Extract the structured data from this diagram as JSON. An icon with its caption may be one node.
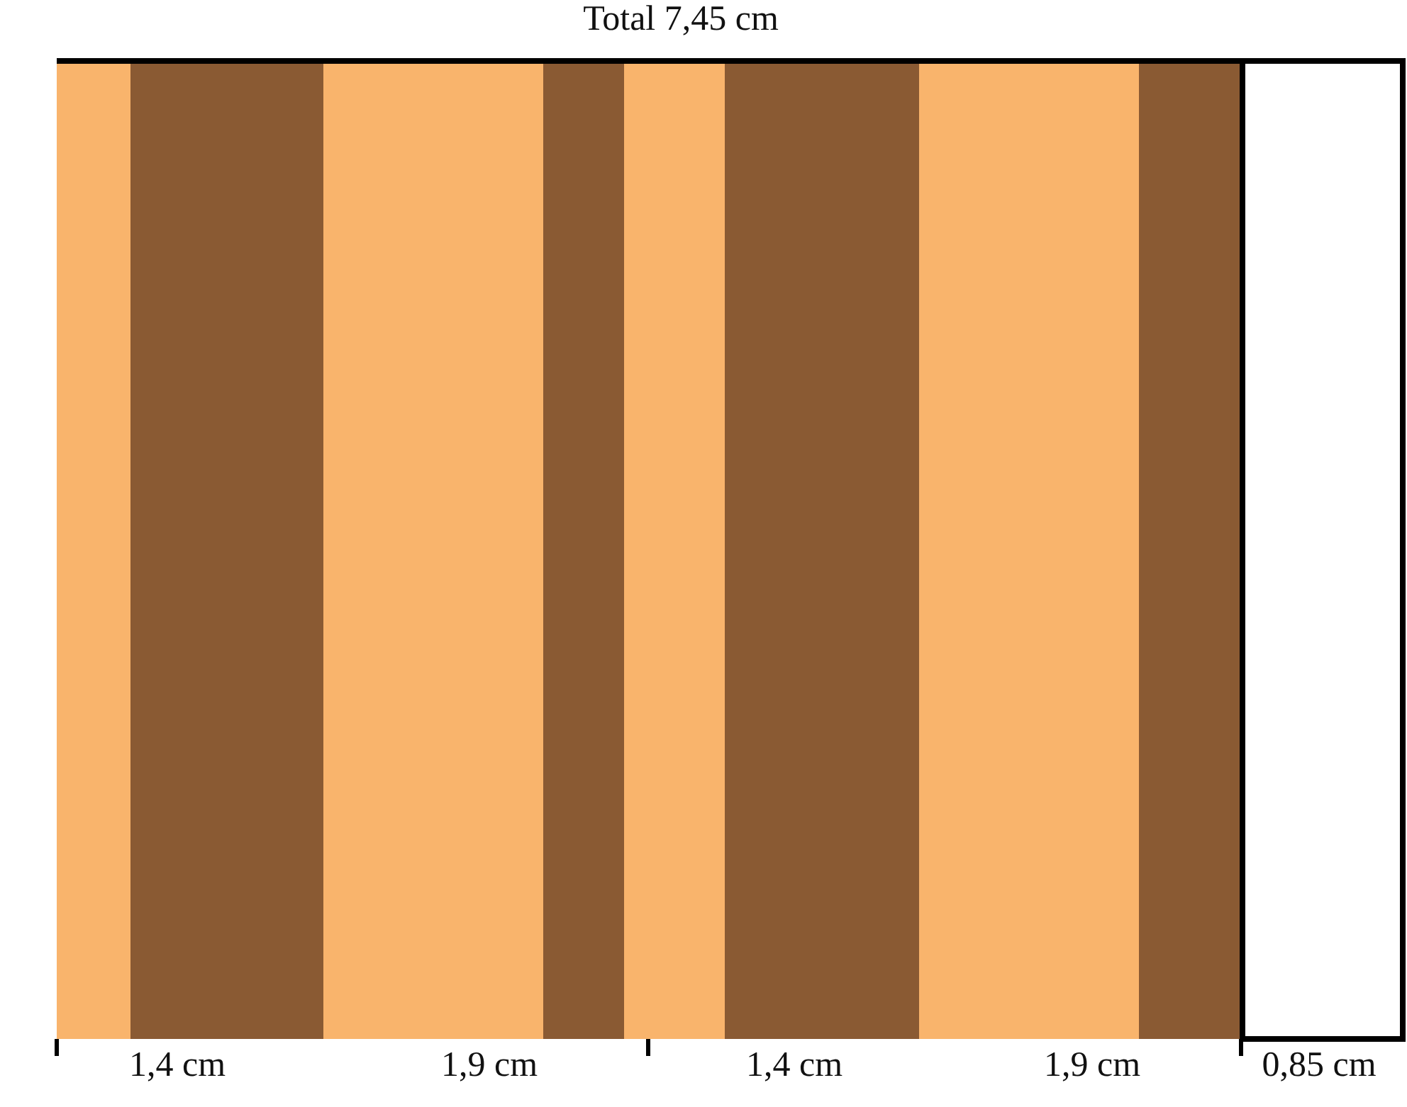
{
  "diagram": {
    "labels": [
      "Total 7,45 cm",
      "1,4 cm",
      "1,9 cm",
      "1,4 cm",
      "1,9 cm",
      "0,85 cm"
    ]
  }
}
